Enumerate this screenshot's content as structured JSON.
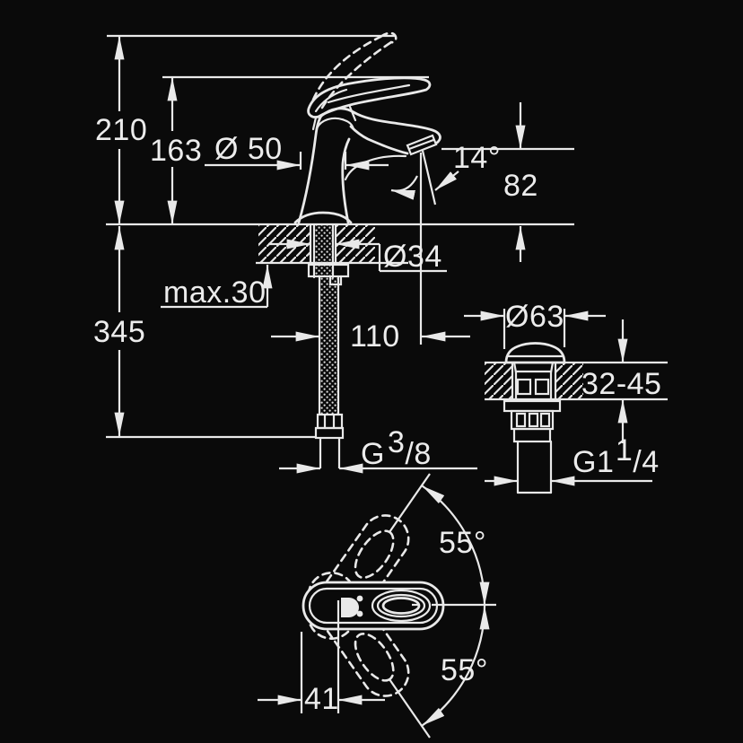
{
  "drawing": {
    "type": "faucet-installation-dimension-drawing",
    "colors": {
      "background": "#0a0a0a",
      "line": "#e9e9e9",
      "text": "#ececec"
    }
  },
  "labels": {
    "overall_height": "210",
    "lever_height": "163",
    "base_diameter": "Ø 50",
    "spout_angle": "14°",
    "spout_outlet_height": "82",
    "mounting_hole_diameter": "Ø34",
    "max_deck_thickness": "max.30",
    "supply_depth": "345",
    "spout_projection": "110",
    "supply_thread": {
      "prefix": "G",
      "numerator": "3",
      "slash": "/",
      "denominator": "8"
    },
    "drain_cap_diameter": "Ø63",
    "drain_deck_range": "32-45",
    "drain_thread": {
      "prefix": "G1",
      "numerator": "1",
      "slash": "/",
      "denominator": "4"
    },
    "handle_swing_upper": "55°",
    "handle_swing_lower": "55°",
    "handle_offset": "41"
  }
}
